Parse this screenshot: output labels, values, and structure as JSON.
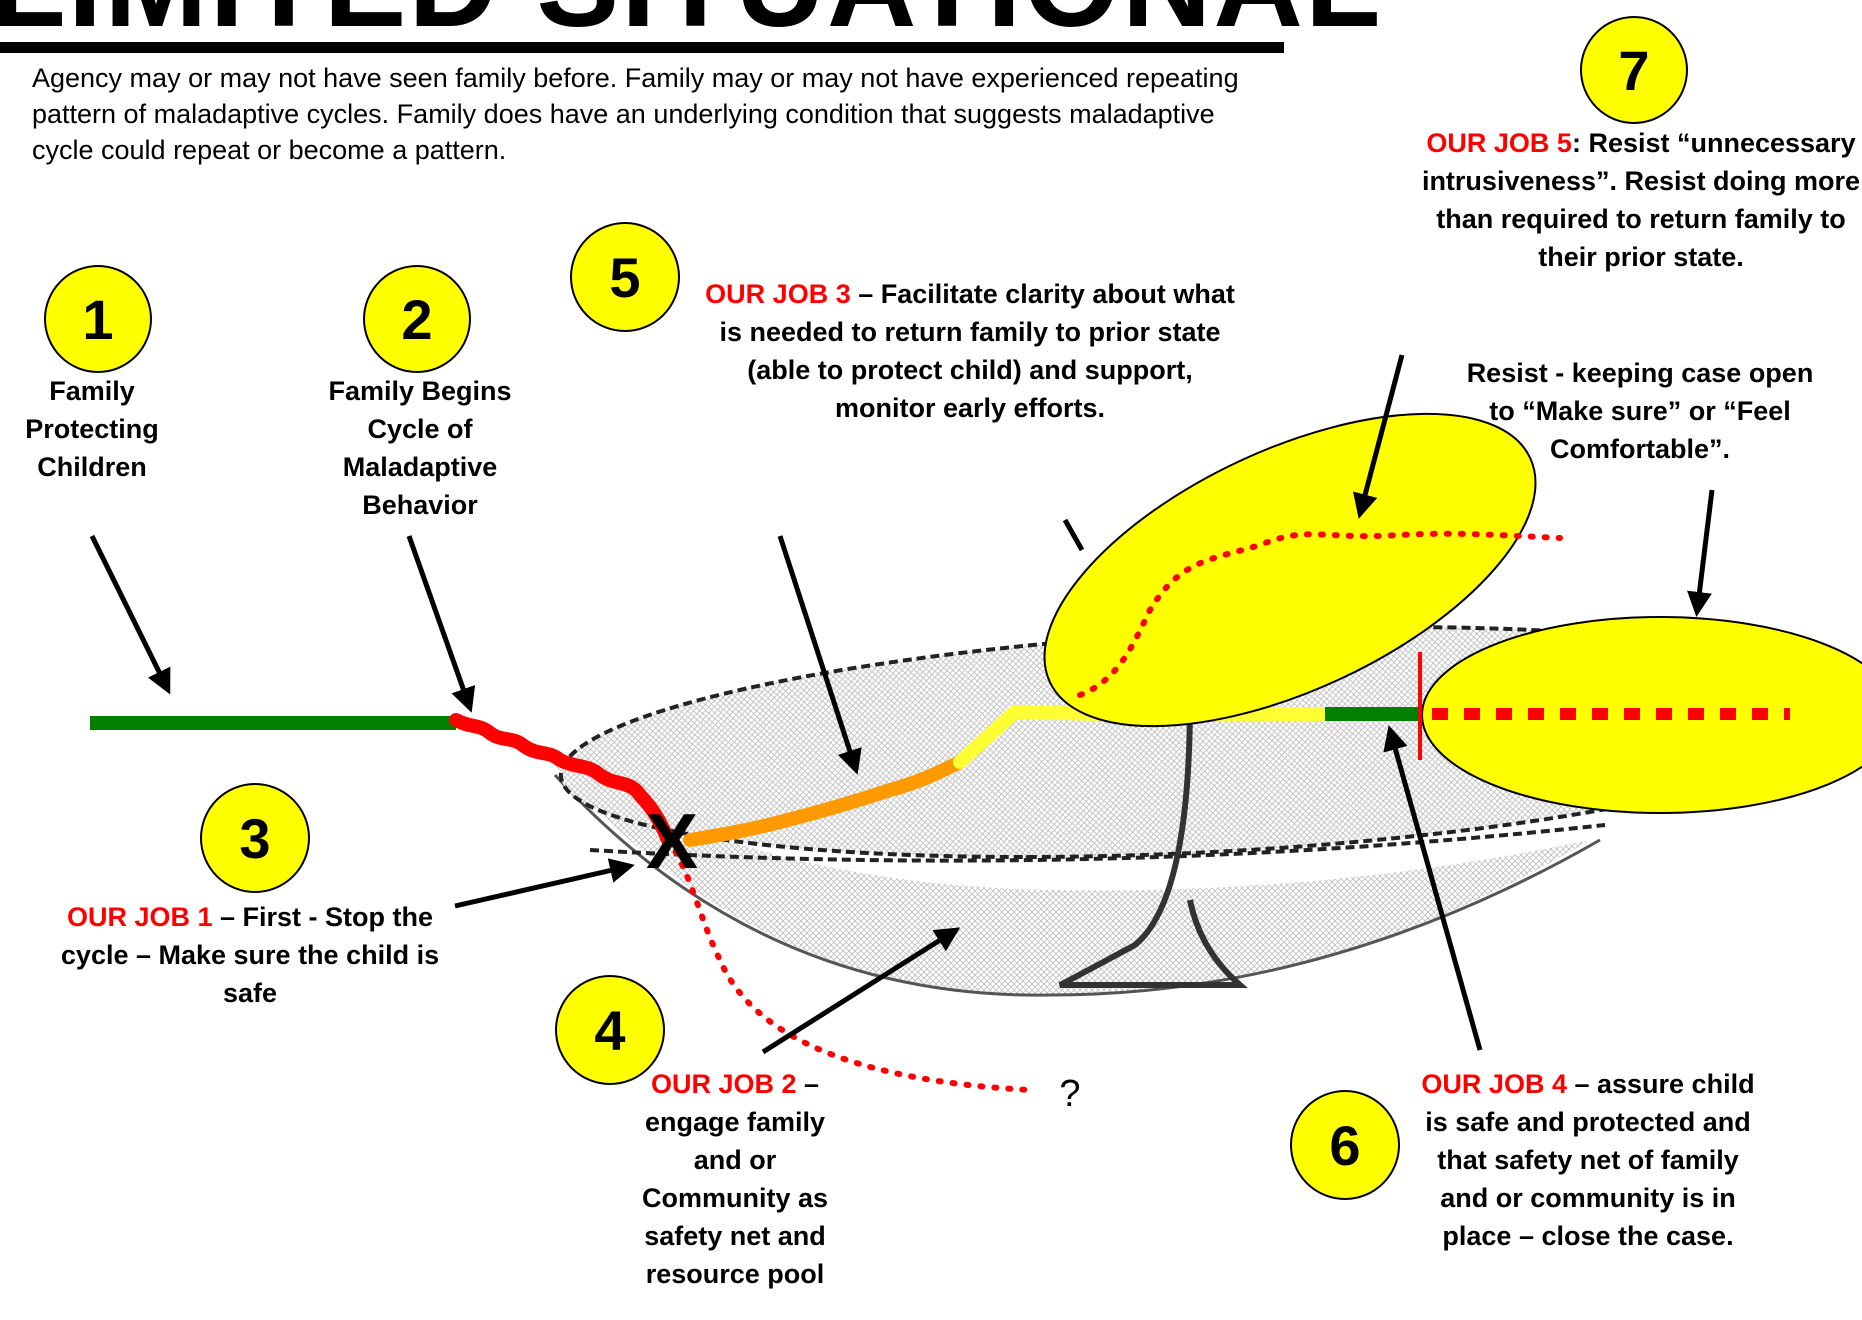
{
  "heading": "LIMITED SITUATIONAL",
  "intro": "Agency may or may not have seen family before. Family may or may not have experienced repeating pattern of maladaptive cycles. Family does have an underlying condition that suggests maladaptive cycle could repeat or become a pattern.",
  "step_numbers": {
    "s1": "1",
    "s2": "2",
    "s3": "3",
    "s4": "4",
    "s5": "5",
    "s6": "6",
    "s7": "7"
  },
  "labels": {
    "family_protecting": "Family Protecting Children",
    "family_begins": "Family Begins Cycle of Maladaptive Behavior",
    "job1_title": "OUR JOB 1",
    "job1_text": " – First - Stop the cycle – Make sure the child is safe",
    "job2_title": "OUR JOB 2",
    "job2_text": " – engage family and or Community as safety net and resource pool",
    "job3_title": "OUR JOB 3",
    "job3_text": " – Facilitate clarity about what is needed to return family to prior state (able to protect child) and support, monitor early efforts.",
    "job4_title": "OUR JOB 4",
    "job4_text": " – assure child is safe and protected and that safety net of family and or community is in place – close the case.",
    "job5_title": "OUR JOB 5",
    "job5_text": ": Resist “unnecessary intrusiveness”. Resist doing more than required to return family to their prior state.",
    "resist_keeping": "Resist - keeping case open to “Make sure” or “Feel Comfortable”.",
    "question_mark": "?",
    "x_mark": "X"
  },
  "colors": {
    "highlight_yellow": "#ffff00",
    "emphasis_red": "#ff0000",
    "stable_green": "#008000",
    "progress_orange": "#ff9900",
    "recovery_yellow": "#ffff33"
  }
}
